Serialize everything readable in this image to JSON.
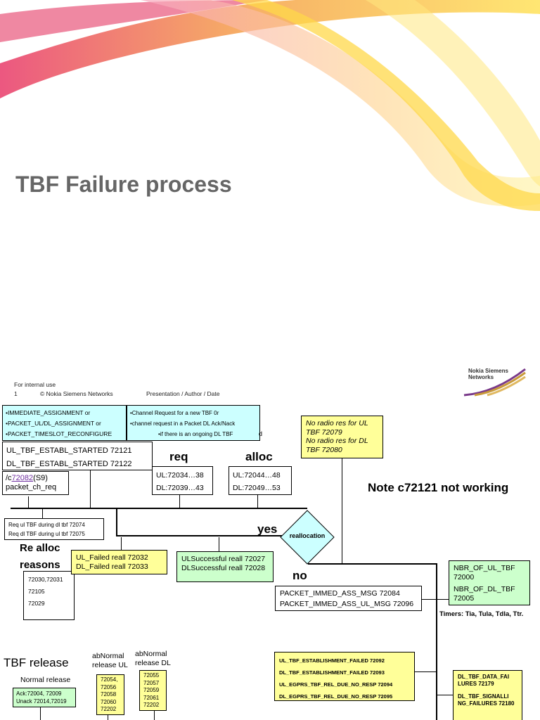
{
  "slide": {
    "title": "TBF Failure process",
    "footer": {
      "usage": "For internal use",
      "page": "1",
      "copyright": "© Nokia Siemens Networks",
      "meta": "Presentation / Author / Date"
    },
    "logo": "Nokia Siemens Networks"
  },
  "diagram": {
    "assignment_box": [
      "•IMMEDIATE_ASSIGNMENT or",
      "•PACKET_UL/DL_ASSIGNMENT or",
      "•PACKET_TIMESLOT_RECONFIGURE"
    ],
    "channel_request_box": [
      "•Channel Request for a new TBF 0r",
      "•channel request in a Packet DL Ack/Nack",
      "•if there is an ongoing DL TBF"
    ],
    "channel_request_trailing": "d",
    "no_radio_box": [
      "No radio res for UL TBF  72079",
      "No radio res for DL TBF  72080"
    ],
    "establ_box": [
      "UL_TBF_ESTABL_STARTED 72121",
      "DL_TBF_ESTABL_STARTED 72122"
    ],
    "packet_ch_req": {
      "prefix": "/c",
      "link": "72082",
      "suffix": "(S9)",
      "line2": "packet_ch_req"
    },
    "req_label": "req",
    "alloc_label": "alloc",
    "req_box": [
      "UL:72034…38",
      "DL:72039…43"
    ],
    "alloc_box": [
      "UL:72044…48",
      "DL:72049…53"
    ],
    "note": "Note c72121 not working",
    "req_during_box": [
      "Req ul TBF during dl tbf 72074",
      "Req dl TBF during ul tbf 72075"
    ],
    "yes_label": "yes",
    "reallocation_label": "reallocation",
    "realloc_reasons_label": [
      "Re alloc",
      "reasons"
    ],
    "realloc_reasons_box": [
      "72030,72031",
      "72105",
      "72029"
    ],
    "failed_realloc_box": [
      "UL_Failed reall 72032",
      "DL_Failed reall 72033"
    ],
    "success_realloc_box": [
      "ULSuccessful reall 72027",
      "DLSuccessful reall 72028"
    ],
    "no_label": "no",
    "packet_immed_box": [
      "PACKET_IMMED_ASS_MSG 72084",
      "PACKET_IMMED_ASS_UL_MSG 72096"
    ],
    "nbr_box": [
      "NBR_OF_UL_TBF 72000",
      "NBR_OF_DL_TBF 72005"
    ],
    "timers": "Timers: Tia, Tula, Tdla, Ttr.",
    "tbf_release_label": "TBF release",
    "normal_release_label": "Normal release",
    "normal_release_box": [
      "Ack:72004, 72009",
      "Unack 72014,72019"
    ],
    "abnormal_ul_label": [
      "abNormal",
      "release UL"
    ],
    "abnormal_dl_label": [
      "abNormal",
      "release DL"
    ],
    "abnormal_ul_box": [
      "72054,",
      "72056",
      "72058",
      "72060",
      "72202"
    ],
    "abnormal_dl_box": [
      "72055",
      "72057",
      "72059",
      "72061",
      "72202"
    ],
    "establishment_failed_box": [
      "UL_TBF_ESTABLISHMENT_FAILED 72092",
      "DL_TBF_ESTABLISHMENT_FAILED 72093",
      "UL_EGPRS_TBF_REL_DUE_NO_RESP 72094",
      "DL_EGPRS_TBF_REL_DUE_NO_RESP 72095"
    ],
    "dl_data_failures_box": [
      "DL_TBF_DATA_FAI LURES 72179",
      "DL_TBF_SIGNALLI NG_FAILURES 72180"
    ]
  }
}
